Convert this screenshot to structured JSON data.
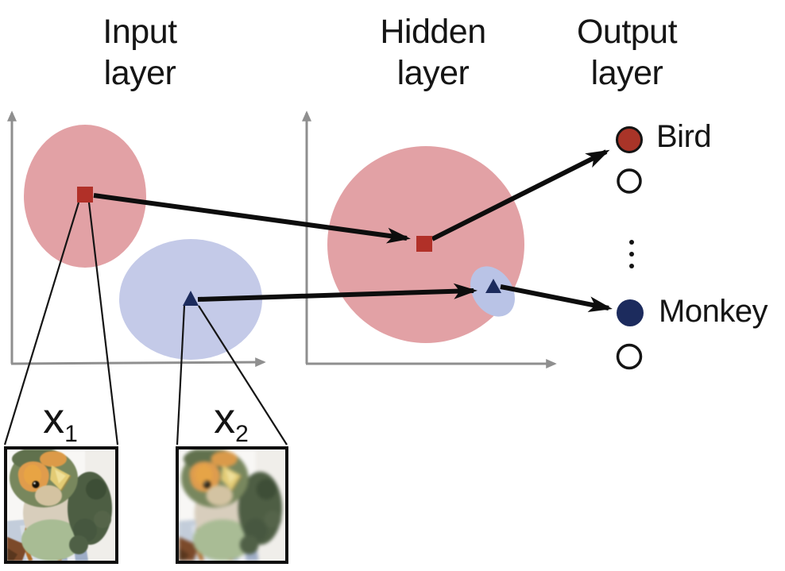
{
  "figure": {
    "titles": {
      "input": {
        "line1": "Input",
        "line2": "layer"
      },
      "hidden": {
        "line1": "Hidden",
        "line2": "layer"
      },
      "output": {
        "line1": "Output",
        "line2": "layer"
      }
    },
    "output_layer": {
      "bird_label": "Bird",
      "monkey_label": "Monkey",
      "ellipsis": "⋮",
      "node_count_shown": 4
    },
    "input_images": {
      "x1": {
        "base": "x",
        "sub": "1",
        "alt": "lovebird photo"
      },
      "x2": {
        "base": "x",
        "sub": "2",
        "alt": "lovebird photo, blurred variant"
      }
    },
    "connections": [
      {
        "from": "input-bird-sample",
        "to": "hidden-bird-sample"
      },
      {
        "from": "hidden-bird-sample",
        "to": "output-node-bird"
      },
      {
        "from": "input-monkey-sample",
        "to": "hidden-monkey-sample"
      },
      {
        "from": "hidden-monkey-sample",
        "to": "output-node-monkey"
      }
    ],
    "colors": {
      "bird_region": "#e2a1a5",
      "monkey_region": "#c4cae8",
      "monkey_region_hidden": "#b9c3e6",
      "bird_marker": "#b13028",
      "monkey_marker": "#1c2b5d",
      "bird_node": "#a93428",
      "monkey_node": "#1c2b5d",
      "white_node": "#ffffff",
      "axis": "#8f8f8f",
      "arrow": "#0d0d0d",
      "node_outline": "#141414"
    }
  }
}
